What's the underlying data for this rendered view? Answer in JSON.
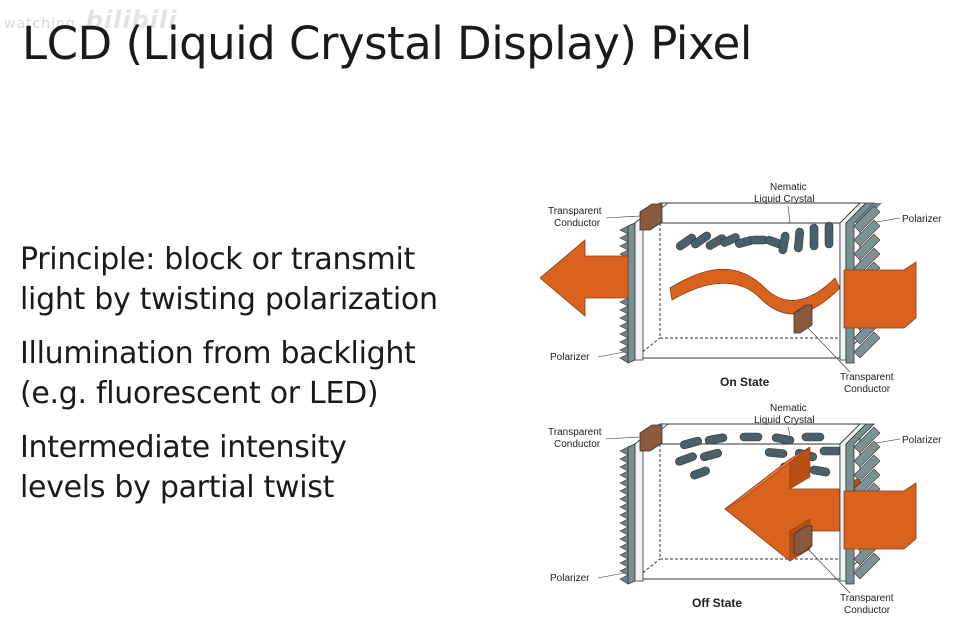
{
  "watermark": {
    "text": "watching",
    "logo": "bilibili"
  },
  "slide": {
    "title": "LCD (Liquid Crystal Display) Pixel",
    "bullets": [
      {
        "line1": "Principle: block or transmit",
        "line2": "light by twisting polarization"
      },
      {
        "line1": "Illumination from backlight",
        "line2": "(e.g. fluorescent or LED)"
      },
      {
        "line1": "Intermediate intensity",
        "line2": "levels by partial twist"
      }
    ]
  },
  "diagram": {
    "on_state": {
      "caption": "On State",
      "label_transparent_conductor_left_1": "Transparent",
      "label_transparent_conductor_left_2": "Conductor",
      "label_nematic_1": "Nematic",
      "label_nematic_2": "Liquid Crystal",
      "label_polarizer_right": "Polarizer",
      "label_polarizer_left": "Polarizer",
      "label_transparent_conductor_right_1": "Transparent",
      "label_transparent_conductor_right_2": "Conductor"
    },
    "off_state": {
      "caption": "Off State",
      "label_transparent_conductor_left_1": "Transparent",
      "label_transparent_conductor_left_2": "Conductor",
      "label_nematic_1": "Nematic",
      "label_nematic_2": "Liquid Crystal",
      "label_polarizer_right": "Polarizer",
      "label_polarizer_left": "Polarizer",
      "label_transparent_conductor_right_1": "Transparent",
      "label_transparent_conductor_right_2": "Conductor"
    },
    "colors": {
      "light_arrow": "#d9631e",
      "polarizer": "#7a8f94",
      "crystal": "#4a5f6a",
      "conductor": "#8a5a40",
      "glass": "#eef2f3"
    }
  }
}
